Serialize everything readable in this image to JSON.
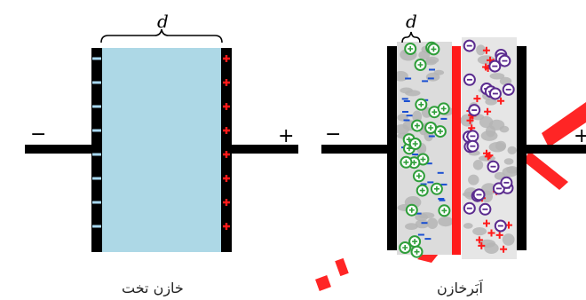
{
  "left_panel": {
    "caption": "خازن تخت",
    "gap_label": "d",
    "minus_terminal": "−",
    "plus_terminal": "+"
  },
  "right_panel": {
    "caption": "اَبَرخازن",
    "gap_label": "d",
    "minus_terminal": "−",
    "plus_terminal": "+"
  },
  "colors": {
    "dielectric": "#add8e6",
    "plate": "#000000",
    "positive": "#ff1a1a",
    "negative_sign": "#1a4fd1",
    "ion_positive": "#2f9e3a",
    "ion_negative": "#5b2c8f",
    "electrode_grain": "#b9b9b9",
    "separator": "#ff1a1a",
    "watermark": "#ff1a1a"
  },
  "icons": [
    "plus-icon",
    "minus-icon",
    "positive-ion-icon",
    "negative-ion-icon"
  ]
}
